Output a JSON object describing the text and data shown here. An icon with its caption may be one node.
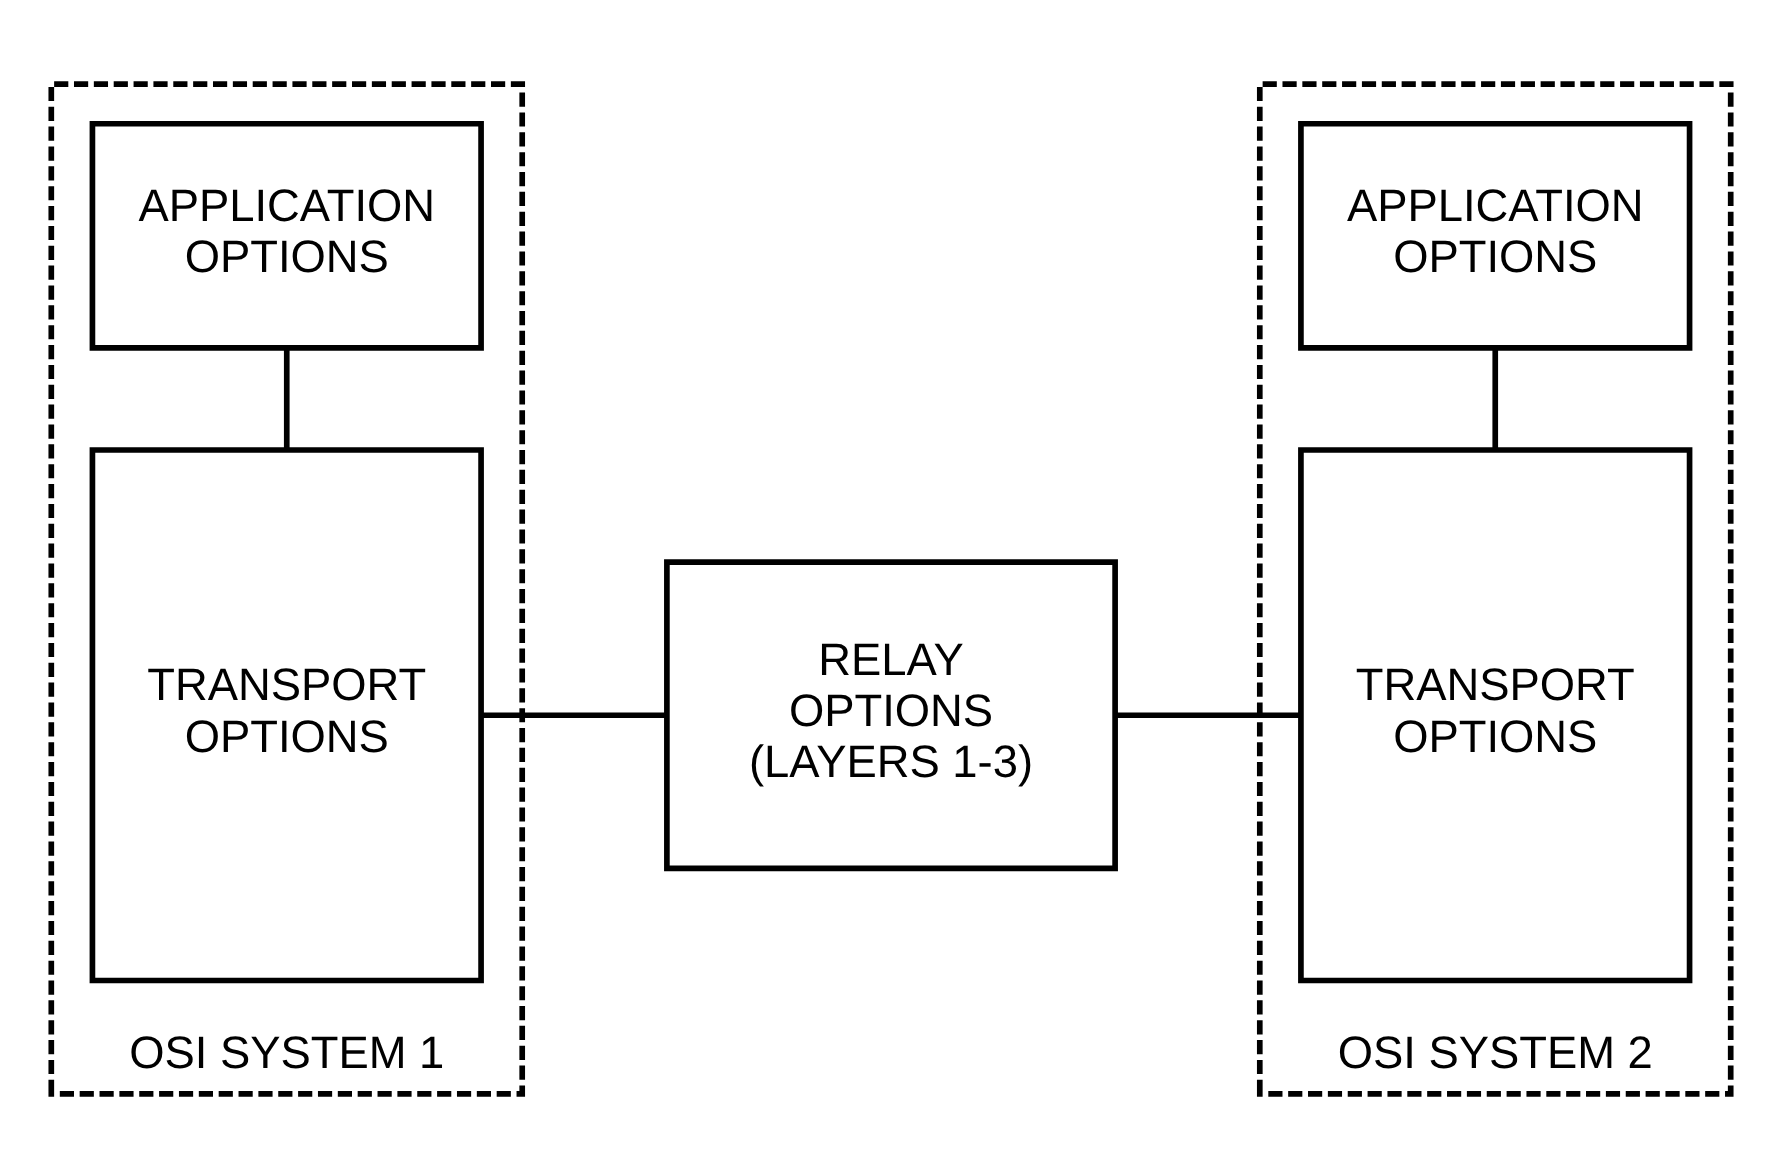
{
  "diagram": {
    "nodes": [
      {
        "text": [
          "OSI SYSTEM 1"
        ]
      },
      {
        "text": [
          "APPLICATION OPTIONS"
        ],
        "in": 0
      },
      {
        "text": [
          "TRANSPORT OPTIONS"
        ],
        "in": 0
      },
      {
        "text": [
          "RELAY OPTIONS (LAYERS 1-3)"
        ]
      },
      {
        "text": [
          "OSI SYSTEM 2"
        ]
      },
      {
        "text": [
          "APPLICATION OPTIONS"
        ],
        "in": 4
      },
      {
        "text": [
          "TRANSPORT OPTIONS"
        ],
        "in": 4
      }
    ],
    "edges": [
      {
        "from": 1,
        "to": 2,
        "arrow": "none"
      },
      {
        "from": 2,
        "to": 3,
        "arrow": "none"
      },
      {
        "from": 3,
        "to": 6,
        "arrow": "none"
      },
      {
        "from": 5,
        "to": 6,
        "arrow": "none"
      }
    ]
  }
}
